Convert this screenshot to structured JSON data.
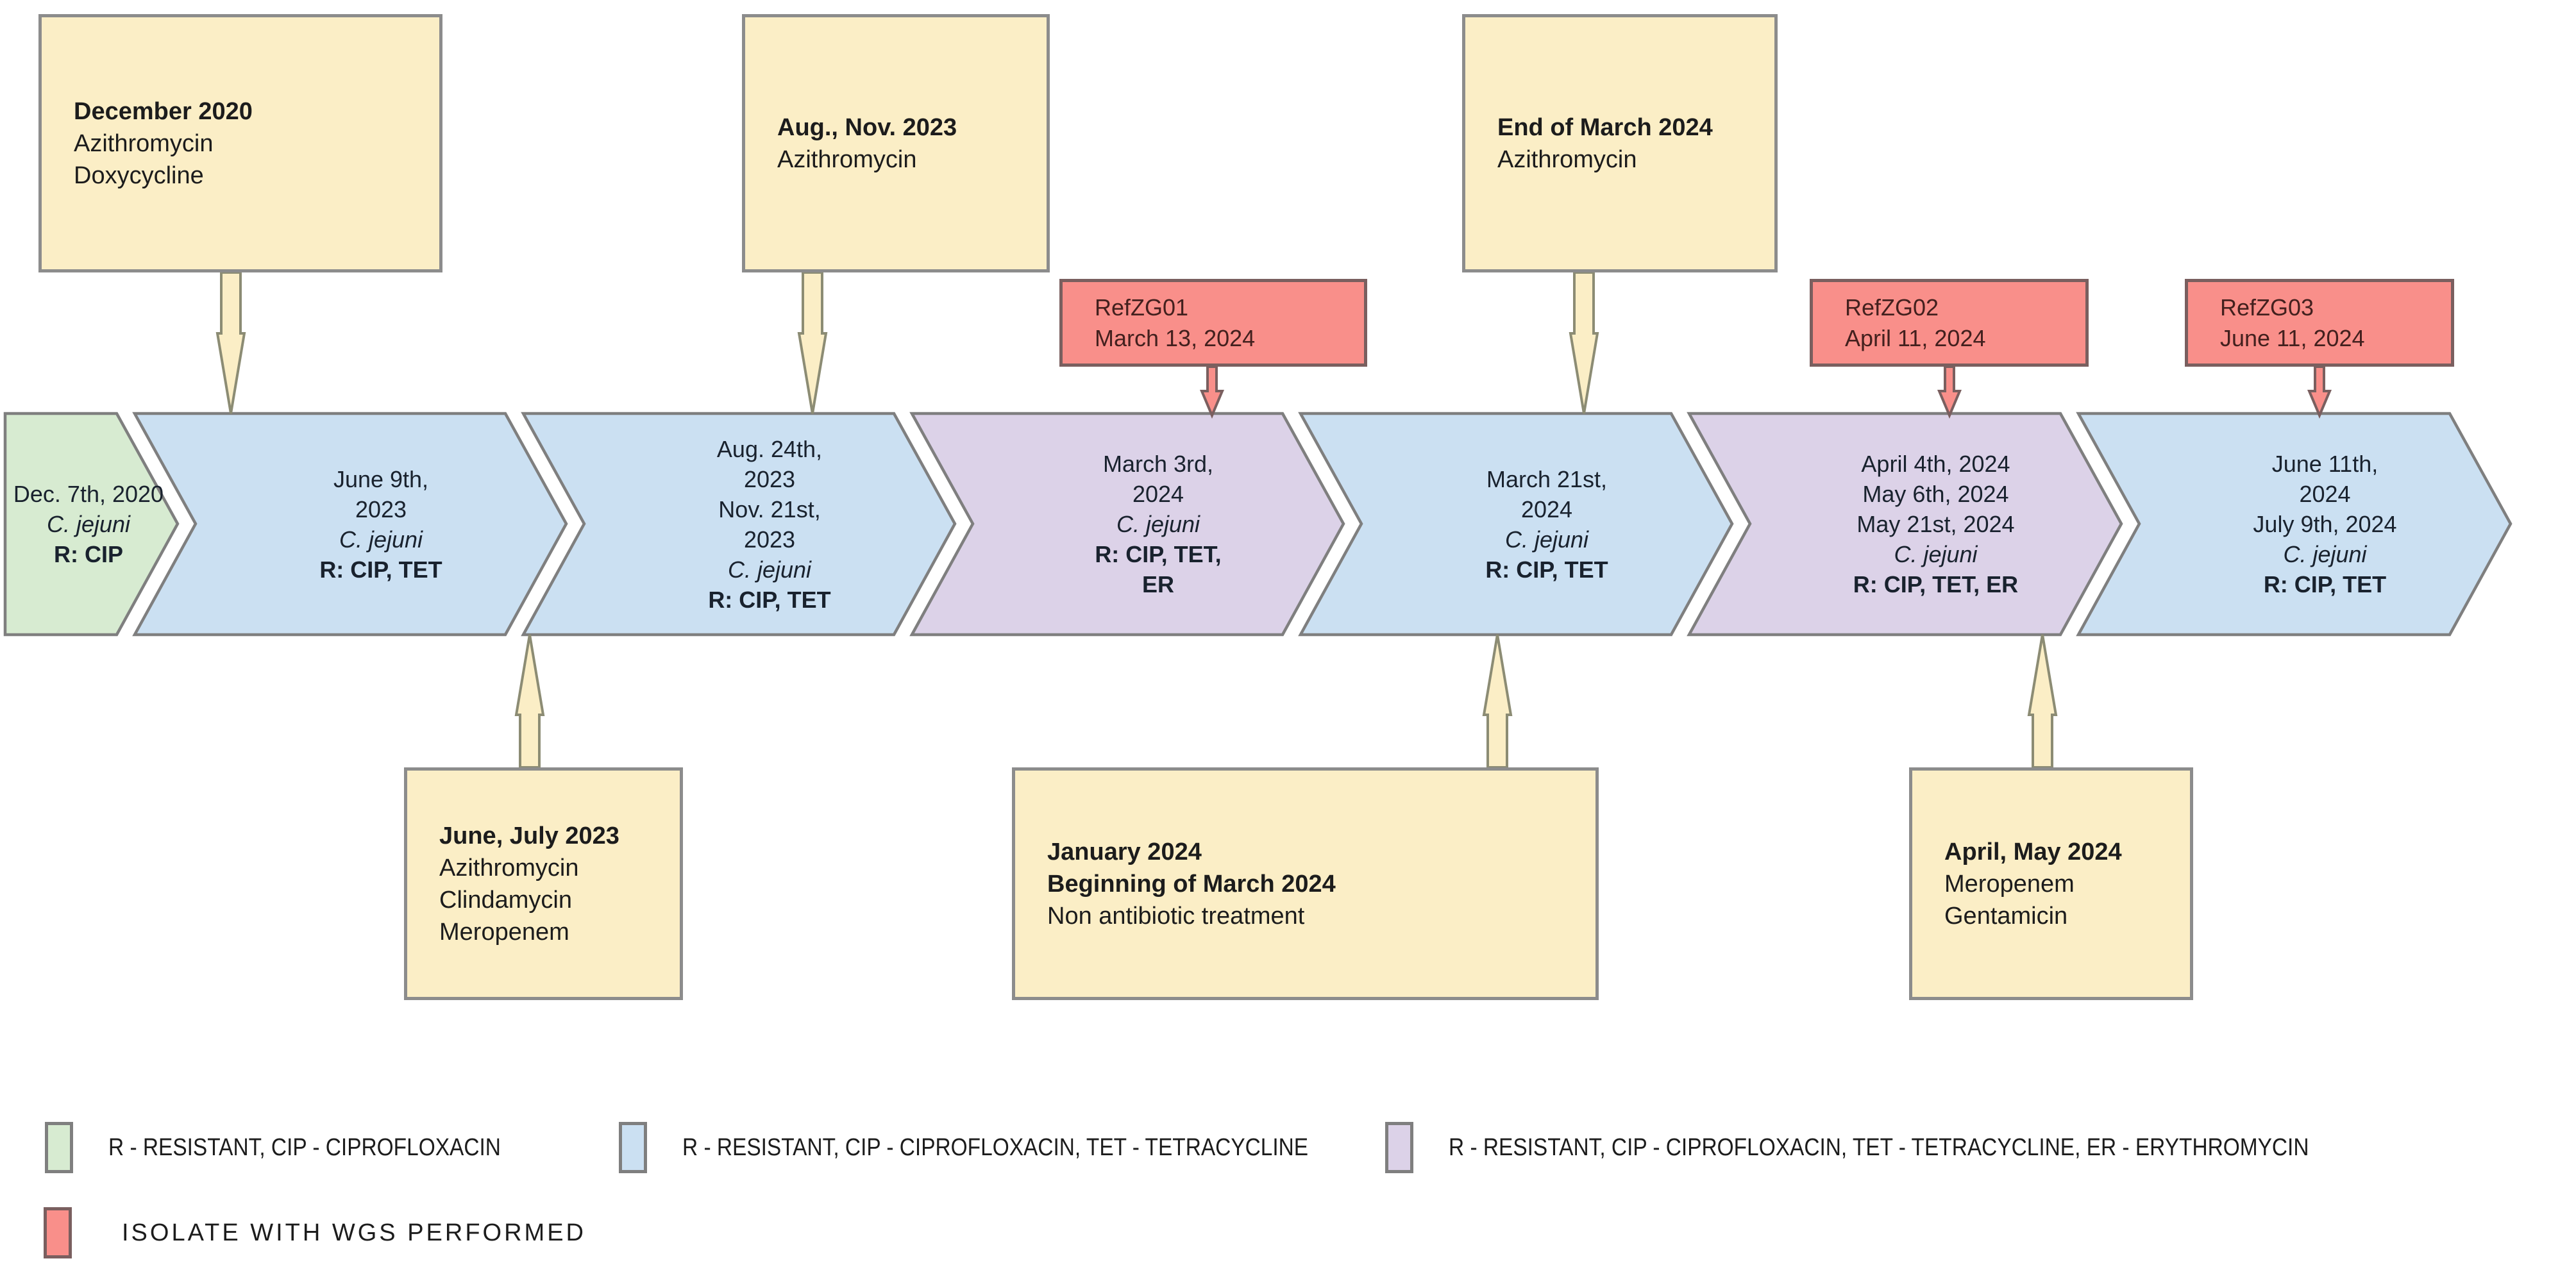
{
  "colors": {
    "background": "#ffffff",
    "chevron_green": "#d7ebd1",
    "chevron_blue": "#cbe0f2",
    "chevron_purple": "#dcd2e8",
    "treatment_box": "#fbeec6",
    "wgs_box": "#f98f8a",
    "outline_gray": "#7f7f7f"
  },
  "timeline": {
    "chevrons": [
      {
        "kind": "green",
        "date_lines": [
          "Dec. 7th, 2020"
        ],
        "species": "C. jejuni",
        "resistance_lines": [
          "R: CIP"
        ]
      },
      {
        "kind": "blue",
        "date_lines": [
          "June 9th,",
          "2023"
        ],
        "species": "C. jejuni",
        "resistance_lines": [
          "R: CIP, TET"
        ]
      },
      {
        "kind": "blue",
        "date_lines": [
          "Aug. 24th,",
          "2023",
          "Nov. 21st,",
          "2023"
        ],
        "species": "C. jejuni",
        "resistance_lines": [
          "R: CIP, TET"
        ]
      },
      {
        "kind": "purple",
        "date_lines": [
          "March 3rd,",
          "2024"
        ],
        "species": "C. jejuni",
        "resistance_lines": [
          "R: CIP, TET,",
          "ER"
        ]
      },
      {
        "kind": "blue",
        "date_lines": [
          "March 21st,",
          "2024"
        ],
        "species": "C. jejuni",
        "resistance_lines": [
          "R: CIP, TET"
        ]
      },
      {
        "kind": "purple",
        "date_lines": [
          "April 4th, 2024",
          "May 6th, 2024",
          "May 21st, 2024"
        ],
        "species": "C. jejuni",
        "resistance_lines": [
          "R: CIP, TET, ER"
        ]
      },
      {
        "kind": "blue",
        "date_lines": [
          "June 11th,",
          "2024",
          "July 9th, 2024"
        ],
        "species": "C. jejuni",
        "resistance_lines": [
          "R: CIP, TET"
        ]
      }
    ]
  },
  "treatments": [
    {
      "position": "top",
      "title_lines": [
        "December 2020"
      ],
      "drugs": [
        "Azithromycin",
        "Doxycycline"
      ]
    },
    {
      "position": "top",
      "title_lines": [
        "Aug., Nov. 2023"
      ],
      "drugs": [
        "Azithromycin"
      ]
    },
    {
      "position": "top",
      "title_lines": [
        "End of March 2024"
      ],
      "drugs": [
        "Azithromycin"
      ]
    },
    {
      "position": "bottom",
      "title_lines": [
        "June, July 2023"
      ],
      "drugs": [
        "Azithromycin",
        "Clindamycin",
        "Meropenem"
      ]
    },
    {
      "position": "bottom",
      "title_lines": [
        "January 2024",
        "Beginning of March 2024"
      ],
      "drugs": [
        "Non antibiotic treatment"
      ]
    },
    {
      "position": "bottom",
      "title_lines": [
        "April, May 2024"
      ],
      "drugs": [
        "Meropenem",
        "Gentamicin"
      ]
    }
  ],
  "wgs_isolates": [
    {
      "label": "RefZG01",
      "date": "March 13, 2024"
    },
    {
      "label": "RefZG02",
      "date": "April 11, 2024"
    },
    {
      "label": "RefZG03",
      "date": "June 11, 2024"
    }
  ],
  "legend": [
    {
      "swatch": "green",
      "label": "R - RESISTANT, CIP - CIPROFLOXACIN"
    },
    {
      "swatch": "blue",
      "label": "R - RESISTANT, CIP - CIPROFLOXACIN, TET - TETRACYCLINE"
    },
    {
      "swatch": "purple",
      "label": "R - RESISTANT, CIP - CIPROFLOXACIN, TET - TETRACYCLINE, ER - ERYTHROMYCIN"
    },
    {
      "swatch": "pink",
      "label": "ISOLATE WITH WGS PERFORMED"
    }
  ]
}
